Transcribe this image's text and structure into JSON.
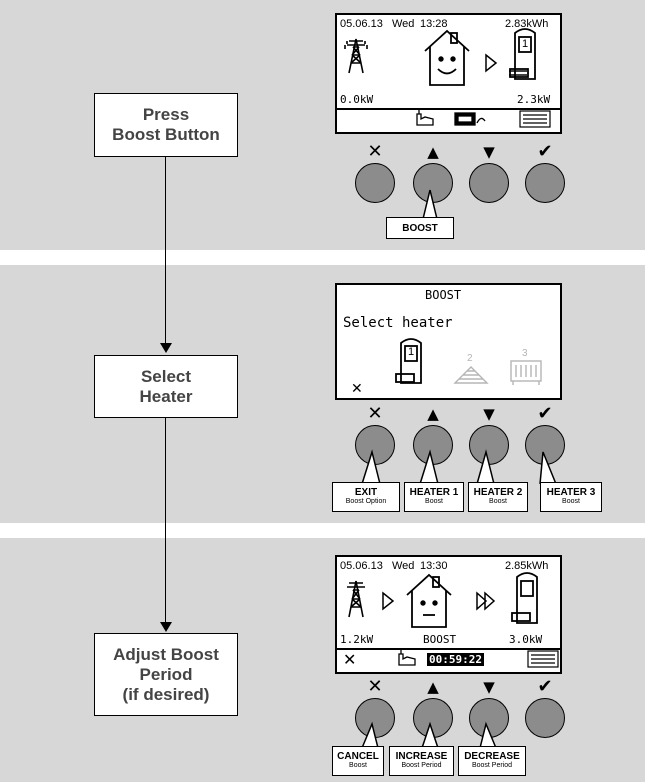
{
  "steps": [
    {
      "label_lines": [
        "Press",
        "Boost Button"
      ],
      "screen": {
        "date": "05.06.13",
        "day": "Wed",
        "time": "13:28",
        "energy": "2.83kWh",
        "left_power": "0.0kW",
        "right_power": "2.3kW",
        "heater_number": "1",
        "icons": [
          "pylon-icon",
          "happy-house-icon",
          "flow-arrow-icon",
          "heater-tank-icon",
          "hand-icon",
          "meter-icon",
          "menu-icon"
        ]
      },
      "buttons": [
        "✕",
        "▲",
        "▼",
        "✔"
      ],
      "callouts": [
        {
          "main": "BOOST",
          "sub": ""
        }
      ]
    },
    {
      "label_lines": [
        "Select",
        "Heater"
      ],
      "screen": {
        "title": "BOOST",
        "prompt": "Select heater",
        "heater_numbers": [
          "1",
          "2",
          "3"
        ],
        "exit_symbol": "✕",
        "icons": [
          "tank-heater-icon",
          "underfloor-heater-icon",
          "radiator-icon"
        ]
      },
      "buttons": [
        "✕",
        "▲",
        "▼",
        "✔"
      ],
      "callouts": [
        {
          "main": "EXIT",
          "sub": "Boost Option"
        },
        {
          "main": "HEATER 1",
          "sub": "Boost"
        },
        {
          "main": "HEATER 2",
          "sub": "Boost"
        },
        {
          "main": "HEATER 3",
          "sub": "Boost"
        }
      ]
    },
    {
      "label_lines": [
        "Adjust Boost",
        "Period",
        "(if desired)"
      ],
      "screen": {
        "date": "05.06.13",
        "day": "Wed",
        "time": "13:30",
        "energy": "2.85kWh",
        "left_power": "1.2kW",
        "mode": "BOOST",
        "right_power": "3.0kW",
        "timer": "00:59:22",
        "cancel_symbol": "✕",
        "icons": [
          "pylon-icon",
          "neutral-house-icon",
          "double-arrow-icon",
          "heater-tank-icon",
          "hand-icon",
          "menu-icon"
        ]
      },
      "buttons": [
        "✕",
        "▲",
        "▼",
        "✔"
      ],
      "callouts": [
        {
          "main": "CANCEL",
          "sub": "Boost"
        },
        {
          "main": "INCREASE",
          "sub": "Boost Period"
        },
        {
          "main": "DECREASE",
          "sub": "Boost Period"
        }
      ]
    }
  ]
}
